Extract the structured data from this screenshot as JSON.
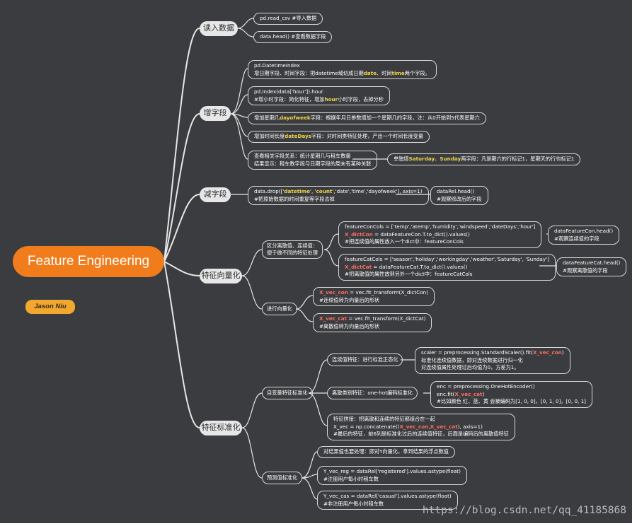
{
  "root": {
    "label": "Feature Engineering",
    "author": "Jason Niu"
  },
  "watermark": "https://blog.csdn.net/qq_41185868",
  "branches": {
    "read": {
      "label": "读入数据",
      "items": {
        "a": "pd.read_csv #导入数据",
        "b": "data.head() #查看数据字段"
      }
    },
    "add": {
      "label": "增字段",
      "n1": {
        "l1": "pd.DatetimeIndex",
        "l2a": "增日期字段、时间字段：把datetime域切成日期",
        "l2k1": "date",
        "l2b": "、时间",
        "l2k2": "time",
        "l2c": "两个字段。"
      },
      "n2": {
        "l1": "pd.Index(data['hour']).hour",
        "l2a": "#增小时字段：简化特征，增加",
        "l2k": "hour",
        "l2b": "小时字段，去掉分秒"
      },
      "n3": {
        "a": "增加星期几",
        "k": "dayofweek",
        "b": "字段：根据年月日参数增加一个星期几的字段，注：从0开始到5代表星期六"
      },
      "n4": {
        "a": "增加时间长度",
        "k": "dateDays",
        "b": "字段：对时间类特征处理，产出一个时间长度变量"
      },
      "n5": {
        "l1": "查看相关字段关系：统计星期几与租车数量",
        "l2": "结果显示：租车数字段与日期字段的周末有某种关联"
      },
      "n6": {
        "a": "单独增",
        "k1": "Saturday",
        "m": "、",
        "k2": "Sunday",
        "b": "两字段：凡是期六的行标记1，星期天的行也标记1"
      }
    },
    "drop": {
      "label": "减字段",
      "n1": {
        "a": "data.drop(['",
        "k1": "datetime",
        "q": "', '",
        "k2": "count",
        "b": "','date','time','dayofweek'], axis=1)",
        "l2": "#把原始数据的时间重复等字段去掉"
      },
      "n2": {
        "l1": "dataRel.head()",
        "l2": "#观察修改后的字段"
      }
    },
    "vec": {
      "label": "特征向量化",
      "sub1": {
        "l1": "区分离散值、连续值：",
        "l2": "便于做不同的特征处理"
      },
      "con": {
        "l1": "featureConCols = ['temp','atemp','humidity','windspeed','dateDays','hour']",
        "l2k": "X_dictCon",
        "l2": " = dataFeatureCon.T.to_dict().values()",
        "l3": "#把连续值的属性放入一个dict中：featureConCols"
      },
      "con_head": {
        "l1": "dataFeatureCon.head()",
        "l2": "#观察连续值的字段"
      },
      "cat": {
        "l1": "featureCatCols = ['season','holiday','workingday','weather','Saturday', 'Sunday']",
        "l2k": "X_dictCat",
        "l2": " = dataFeatureCat.T.to_dict().values()",
        "l3": "#把离散值的属性放到另外一个dict中：featureCatCols"
      },
      "cat_head": {
        "l1": "dataFeatureCat.head()",
        "l2": "#观察离散值的字段"
      },
      "sub2": {
        "label": "进行向量化"
      },
      "vcon": {
        "k": "X_vec_con",
        "l1": " = vec.fit_transform(X_dictCon)",
        "l2": "#连续值转为向量后的形状"
      },
      "vcat": {
        "k": "X_vec_cat",
        "l1": " = vec.fit_transform(X_dictCat)",
        "l2": "#离散值转为向量后的形状"
      }
    },
    "std": {
      "label": "特征标准化",
      "sub1": {
        "label": "自变量特征标准化"
      },
      "s1": {
        "label": "连续值特征：进行标准正态化"
      },
      "scaler": {
        "a": "scaler = preprocessing.StandardScaler().fit(",
        "k": "X_vec_con",
        "b": ")",
        "l2": "标准化连续值数据，即对连续数据进行归一化",
        "l3": "对连续值属性处理过后均值为0，方差为1。"
      },
      "s2": {
        "label": "离散类别特征：one-hot编码标准化"
      },
      "enc": {
        "l1": "enc = preprocessing.OneHotEncoder()",
        "l2a": "enc.fit(",
        "l2k": "X_vec_cat",
        "l2b": ")",
        "l3": "#比如颜色 红、蓝、黄 会被编码为[1, 0, 0]，[0, 1, 0]，[0, 0, 1]"
      },
      "concat": {
        "l1": "特征拼接：把离散和连续的特征都组合在一起",
        "l2a": "X_vec = np.concatenate((",
        "l2k1": "X_vec_con",
        "l2m": ",",
        "l2k2": "X_vec_cat",
        "l2b": "), axis=1)",
        "l3": "#最后的特征，前6列是标准化过后的连续值特征，后面是编码后的离散值特征"
      },
      "sub2": {
        "label": "预测值标准化"
      },
      "t1": {
        "label": "对结果值也要处理：即对Y向量化，拿到结果的浮点数值"
      },
      "t2": {
        "l1": "Y_vec_reg = dataRel['registered'].values.astype(float)",
        "l2": "#注册用户每小时租车数"
      },
      "t3": {
        "l1": "Y_vec_cas = dataRel['casual'].values.astype(float)",
        "l2": "#非注册用户每小时租车数"
      }
    }
  }
}
